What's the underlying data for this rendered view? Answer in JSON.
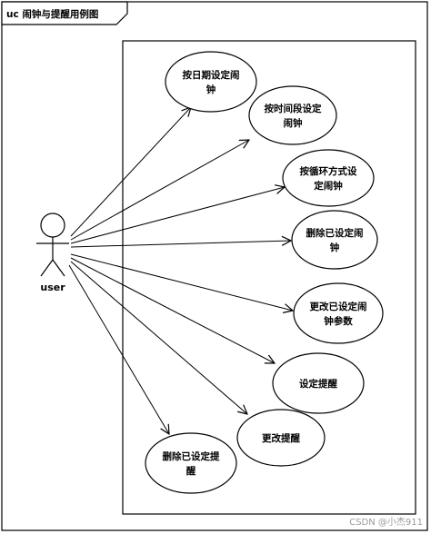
{
  "frame": {
    "label": "uc 闹钟与提醒用例图"
  },
  "actor": {
    "name": "user"
  },
  "use_cases": [
    {
      "id": "uc1",
      "lines": [
        "按日期设定闹",
        "钟"
      ]
    },
    {
      "id": "uc2",
      "lines": [
        "按时间段设定",
        "闹钟"
      ]
    },
    {
      "id": "uc3",
      "lines": [
        "按循环方式设",
        "定闹钟"
      ]
    },
    {
      "id": "uc4",
      "lines": [
        "删除已设定闹",
        "钟"
      ]
    },
    {
      "id": "uc5",
      "lines": [
        "更改已设定闹",
        "钟参数"
      ]
    },
    {
      "id": "uc6",
      "lines": [
        "设定提醒"
      ]
    },
    {
      "id": "uc7",
      "lines": [
        "更改提醒"
      ]
    },
    {
      "id": "uc8",
      "lines": [
        "删除已设定提",
        "醒"
      ]
    }
  ],
  "watermark": "CSDN @小杰911"
}
